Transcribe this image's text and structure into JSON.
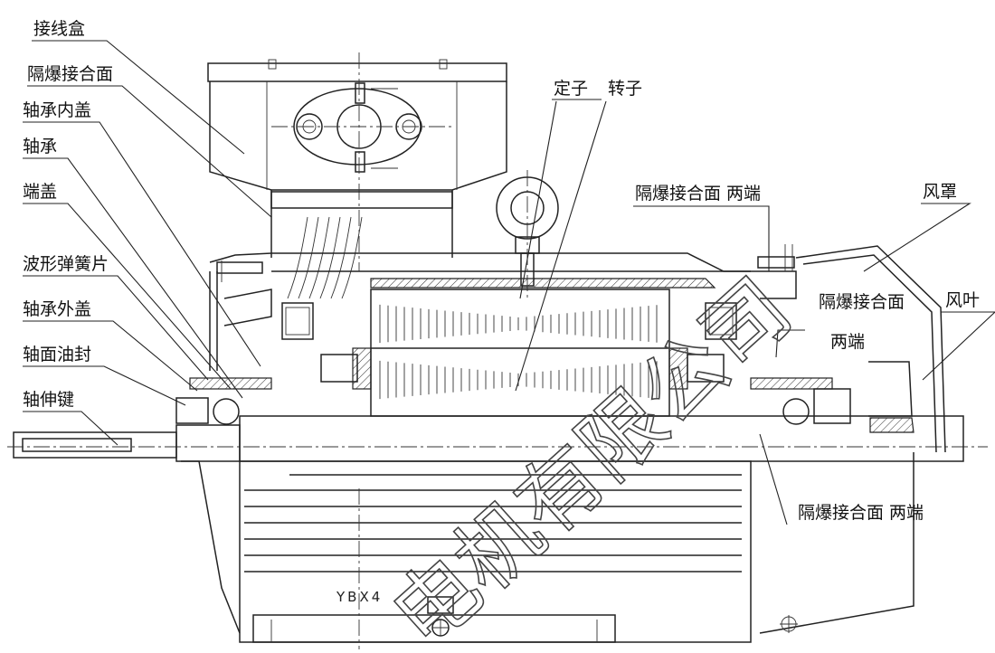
{
  "labels_left": {
    "junction_box": "接线盒",
    "flameproof_joint": "隔爆接合面",
    "bearing_inner_cap": "轴承内盖",
    "bearing": "轴承",
    "end_cover": "端盖",
    "wave_spring": "波形弹簧片",
    "bearing_outer_cap": "轴承外盖",
    "shaft_seal": "轴面油封",
    "shaft_key": "轴伸键"
  },
  "labels_top": {
    "stator": "定子",
    "rotor": "转子",
    "flameproof_joint_both": "隔爆接合面 两端"
  },
  "labels_right": {
    "fan_cover": "风罩",
    "fan": "风叶",
    "flameproof_joint_a": "隔爆接合面",
    "flameproof_joint_b": "两端",
    "flameproof_joint_bottom": "隔爆接合面 两端"
  },
  "nameplate": "YBX4",
  "watermark": "电机有限公司"
}
